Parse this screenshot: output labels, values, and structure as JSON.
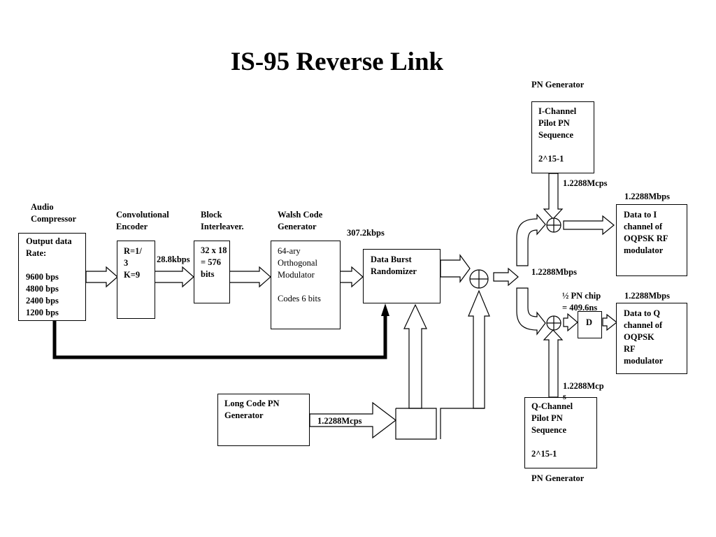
{
  "title": "IS-95 Reverse Link",
  "blocks": {
    "audio": {
      "header": "Audio\nCompressor",
      "body": "Output data\nRate:\n\n9600 bps\n4800 bps\n2400 bps\n1200 bps"
    },
    "conv": {
      "header": "Convolutional\nEncoder",
      "body": "R=1/\n3\nK=9"
    },
    "interleaver": {
      "header": "Block\nInterleaver.",
      "body": "32 x 18\n= 576\nbits"
    },
    "walsh": {
      "header": "Walsh Code\nGenerator",
      "body": "64-ary\nOrthogonal\nModulator\n\nCodes 6 bits"
    },
    "randomizer": {
      "body": "Data Burst\nRandomizer"
    },
    "long_code": {
      "body": "Long Code PN\nGenerator"
    },
    "i_pn": {
      "header": "PN Generator",
      "body": "I-Channel\nPilot PN\nSequence\n\n2^15-1"
    },
    "q_pn": {
      "footer": "PN Generator",
      "body": "Q-Channel\nPilot PN\nSequence\n\n2^15-1"
    },
    "i_out": {
      "body": "Data to I\nchannel of\nOQPSK RF\nmodulator"
    },
    "q_out": {
      "body": "Data to Q\nchannel of\nOQPSK\nRF\nmodulator"
    },
    "delay": {
      "body": "D"
    }
  },
  "labels": {
    "rate_288": "28.8kbps",
    "rate_3072": "307.2kbps",
    "chip_i": "1.2288Mcps",
    "mbps_i": "1.2288Mbps",
    "mbps_mid": "1.2288Mbps",
    "half_chip": "½ PN chip\n= 409.6ns",
    "mbps_q": "1.2288Mbps",
    "chip_q": "1.2288Mcp\ns",
    "chip_long": "1.2288Mcps"
  }
}
